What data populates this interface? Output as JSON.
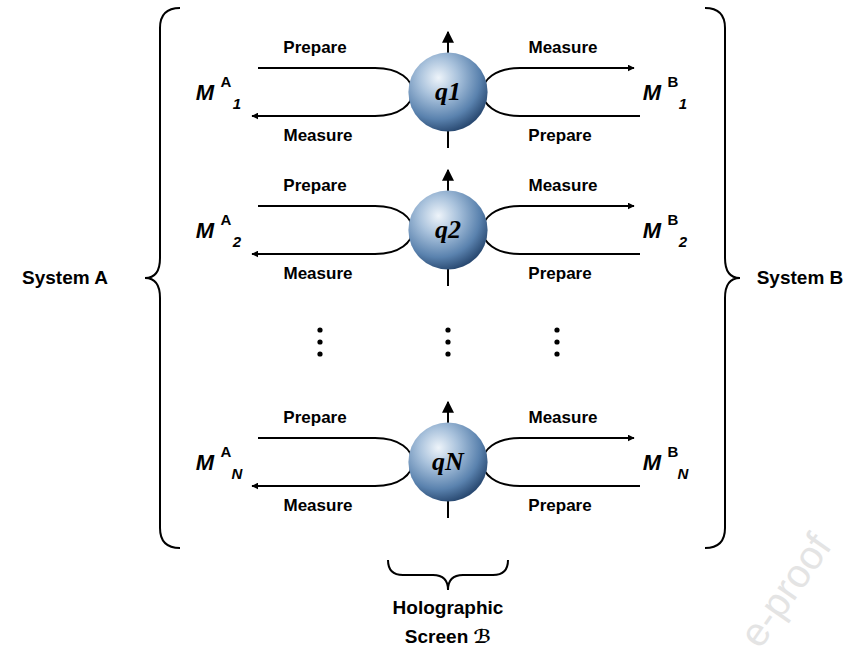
{
  "diagram": {
    "nodes": [
      {
        "text": [
          "q1"
        ]
      },
      {
        "text": [
          "q2"
        ]
      },
      {
        "text": [
          "qN"
        ]
      }
    ],
    "labels": [
      "System A",
      "System B",
      "M",
      "A",
      "1",
      "Prepare",
      "Measure",
      "Measure",
      "Prepare",
      "M",
      "B",
      "1",
      "M",
      "A",
      "2",
      "Prepare",
      "Measure",
      "Measure",
      "Prepare",
      "M",
      "B",
      "2",
      "M",
      "A",
      "N",
      "Prepare",
      "Measure",
      "Measure",
      "Prepare",
      "M",
      "B",
      "N",
      "Holographic Screen ℬ",
      "e-proof"
    ]
  }
}
